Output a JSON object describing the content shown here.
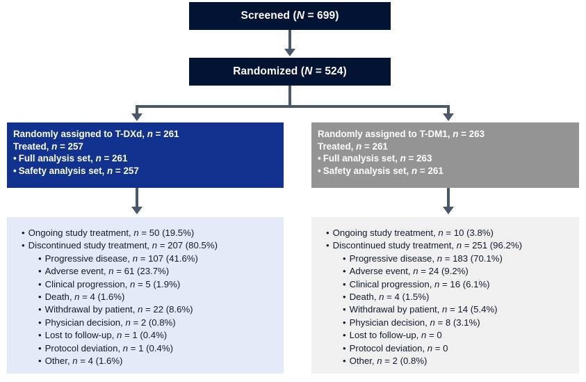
{
  "flow": {
    "screened": {
      "label": "Screened (",
      "stat_italic": "N",
      "stat_rest": " = 699)"
    },
    "randomized": {
      "label": "Randomized (",
      "stat_italic": "N",
      "stat_rest": " = 524)"
    }
  },
  "arms": [
    {
      "id": "t-dxd",
      "color": "#11328f",
      "lines": [
        {
          "pre": "Randomly assigned to T-DXd, ",
          "italic": "n",
          "post": " = 261",
          "bullet": false
        },
        {
          "pre": "Treated, ",
          "italic": "n",
          "post": " = 257",
          "bullet": false
        },
        {
          "pre": "Full analysis set, ",
          "italic": "n",
          "post": " = 261",
          "bullet": true
        },
        {
          "pre": "Safety analysis set, ",
          "italic": "n",
          "post": " = 257",
          "bullet": true
        }
      ],
      "outcomes": [
        {
          "pre": "Ongoing study treatment, ",
          "italic": "n",
          "post": " = 50 (19.5%)",
          "sub": false
        },
        {
          "pre": "Discontinued study treatment, ",
          "italic": "n",
          "post": " = 207 (80.5%)",
          "sub": false
        },
        {
          "pre": "Progressive disease, ",
          "italic": "n",
          "post": " = 107 (41.6%)",
          "sub": true
        },
        {
          "pre": "Adverse event, ",
          "italic": "n",
          "post": " = 61 (23.7%)",
          "sub": true
        },
        {
          "pre": "Clinical progression, ",
          "italic": "n",
          "post": " = 5 (1.9%)",
          "sub": true
        },
        {
          "pre": "Death, ",
          "italic": "n",
          "post": " = 4 (1.6%)",
          "sub": true
        },
        {
          "pre": "Withdrawal by patient, ",
          "italic": "n",
          "post": " = 22 (8.6%)",
          "sub": true
        },
        {
          "pre": "Physician decision, ",
          "italic": "n",
          "post": " = 2 (0.8%)",
          "sub": true
        },
        {
          "pre": "Lost to follow-up, ",
          "italic": "n",
          "post": " = 1 (0.4%)",
          "sub": true
        },
        {
          "pre": "Protocol deviation, ",
          "italic": "n",
          "post": " = 1 (0.4%)",
          "sub": true
        },
        {
          "pre": "Other, ",
          "italic": "n",
          "post": " = 4 (1.6%)",
          "sub": true
        }
      ]
    },
    {
      "id": "t-dm1",
      "color": "#949494",
      "lines": [
        {
          "pre": "Randomly assigned to T-DM1, ",
          "italic": "n",
          "post": " = 263",
          "bullet": false
        },
        {
          "pre": "Treated, ",
          "italic": "n",
          "post": " = 261",
          "bullet": false
        },
        {
          "pre": "Full analysis set, ",
          "italic": "n",
          "post": " = 263",
          "bullet": true
        },
        {
          "pre": "Safety analysis set, ",
          "italic": "n",
          "post": " = 261",
          "bullet": true
        }
      ],
      "outcomes": [
        {
          "pre": "Ongoing study treatment, ",
          "italic": "n",
          "post": " = 10 (3.8%)",
          "sub": false
        },
        {
          "pre": "Discontinued study treatment, ",
          "italic": "n",
          "post": " = 251 (96.2%)",
          "sub": false
        },
        {
          "pre": "Progressive disease, ",
          "italic": "n",
          "post": " = 183 (70.1%)",
          "sub": true
        },
        {
          "pre": "Adverse event, ",
          "italic": "n",
          "post": " = 24 (9.2%)",
          "sub": true
        },
        {
          "pre": "Clinical progression, ",
          "italic": "n",
          "post": " = 16 (6.1%)",
          "sub": true
        },
        {
          "pre": "Death, ",
          "italic": "n",
          "post": " = 4 (1.5%)",
          "sub": true
        },
        {
          "pre": "Withdrawal by patient, ",
          "italic": "n",
          "post": " = 14 (5.4%)",
          "sub": true
        },
        {
          "pre": "Physician decision, ",
          "italic": "n",
          "post": " = 8 (3.1%)",
          "sub": true
        },
        {
          "pre": "Lost to follow-up, ",
          "italic": "n",
          "post": " = 0",
          "sub": true
        },
        {
          "pre": "Protocol deviation, ",
          "italic": "n",
          "post": " = 0",
          "sub": true
        },
        {
          "pre": "Other, ",
          "italic": "n",
          "post": " = 2 (0.8%)",
          "sub": true
        }
      ]
    }
  ],
  "colors": {
    "header_navy": "#031334",
    "arm_blue": "#11328f",
    "arm_gray": "#949494",
    "outcome_blue_bg": "#e4eaf7",
    "outcome_gray_bg": "#f0f0f0",
    "connector": "#49596b"
  }
}
